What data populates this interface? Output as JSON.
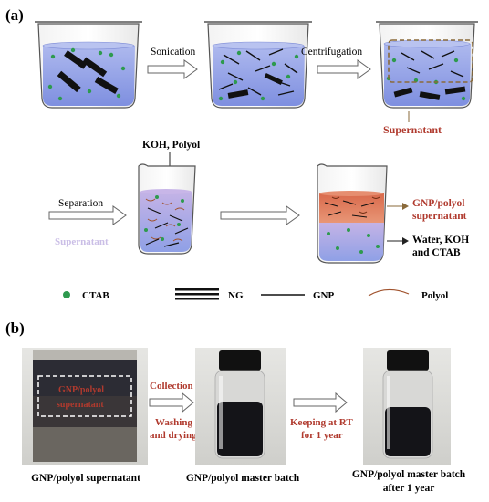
{
  "panel_a": {
    "label": "(a)",
    "steps": {
      "sonication": "Sonication",
      "centrifugation": "Centrifugation",
      "separation": "Separation",
      "reagents": "KOH, Polyol"
    },
    "annotations": {
      "supernatant": "Supernatant",
      "supernatant_faint": "Supernatant",
      "gnp_polyol_line1": "GNP/polyol",
      "gnp_polyol_line2": "supernatant",
      "water_line1": "Water, KOH",
      "water_line2": "and CTAB"
    },
    "legend": {
      "ctab": "CTAB",
      "ng": "NG",
      "gnp": "GNP",
      "polyol": "Polyol"
    }
  },
  "panel_b": {
    "label": "(b)",
    "photos": [
      {
        "caption": "GNP/polyol supernatant"
      },
      {
        "caption": "GNP/polyol master batch"
      },
      {
        "caption_line1": "GNP/polyol master batch",
        "caption_line2": "after 1 year"
      }
    ],
    "arrows": {
      "collection": "Collection",
      "washing_line1": "Washing",
      "washing_line2": "and drying",
      "keeping_line1": "Keeping at RT",
      "keeping_line2": "for 1 year"
    },
    "photo1_overlay_line1": "GNP/polyol",
    "photo1_overlay_line2": "supernatant"
  },
  "colors": {
    "liquid_blue": "#8fa0e6",
    "liquid_purple": "#b7a4dc",
    "supernatant_orange": "#e07a5a",
    "ctab_green": "#2e9a4e",
    "polyol_brown": "#a0522d",
    "annotation_red": "#b03a2e",
    "dashed_box": "#8a6a3a",
    "photo_bg": "#d9d9d6"
  }
}
